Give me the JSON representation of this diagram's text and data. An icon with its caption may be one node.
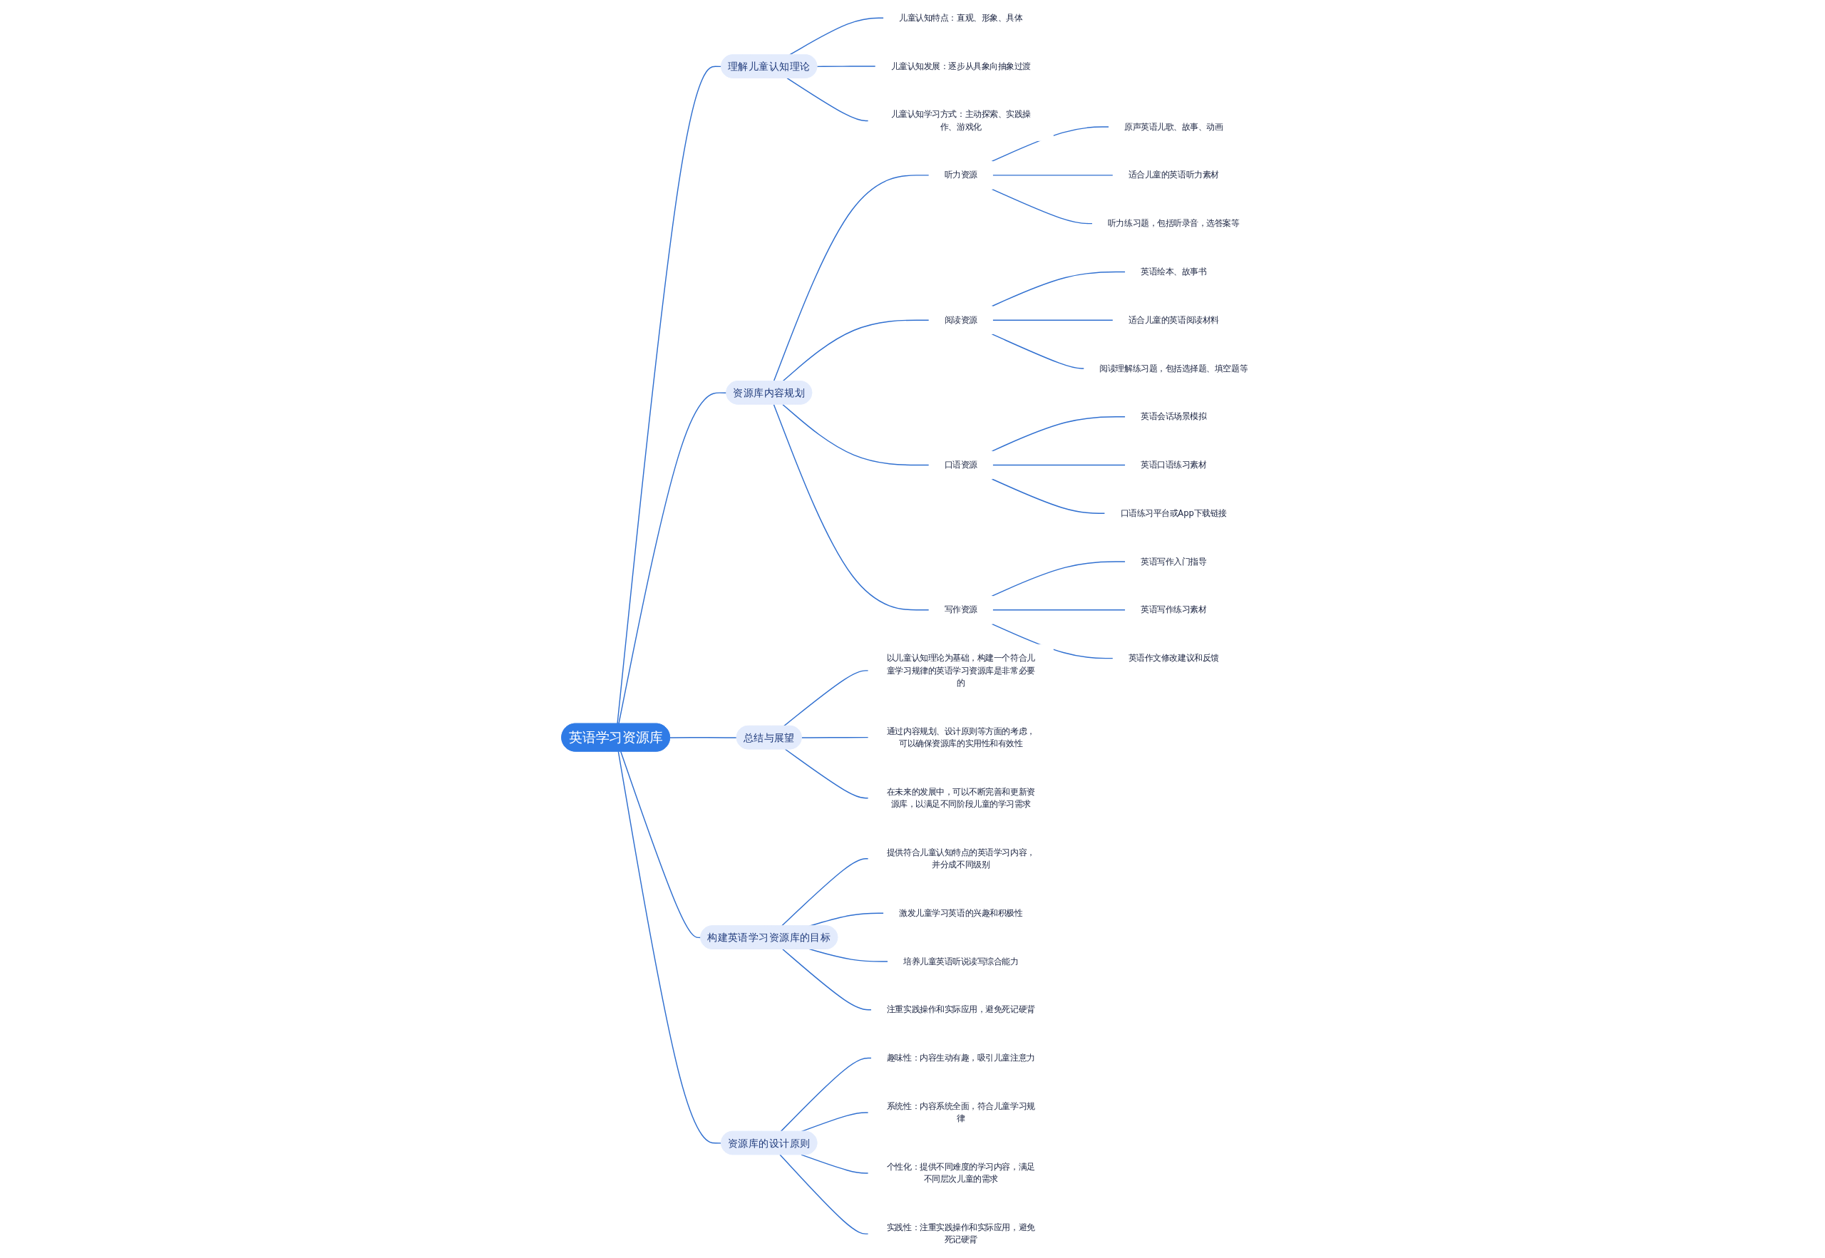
{
  "diagram": {
    "nodes": [
      {
        "text": [
          "英语学习资源库"
        ]
      },
      {
        "text": [
          "理解儿童认知理论"
        ]
      },
      {
        "text": [
          "儿童认知特点：直观、形象、具体"
        ]
      },
      {
        "text": [
          "儿童认知发展：逐步从具象向抽象过渡"
        ]
      },
      {
        "text": [
          "儿童认知学习方式：主动探索、实践操作、游戏化"
        ]
      },
      {
        "text": [
          "资源库内容规划"
        ]
      },
      {
        "text": [
          "听力资源"
        ]
      },
      {
        "text": [
          "原声英语儿歌、故事、动画"
        ]
      },
      {
        "text": [
          "适合儿童的英语听力素材"
        ]
      },
      {
        "text": [
          "听力练习题，包括听录音，选答案等"
        ]
      },
      {
        "text": [
          "阅读资源"
        ]
      },
      {
        "text": [
          "英语绘本、故事书"
        ]
      },
      {
        "text": [
          "适合儿童的英语阅读材料"
        ]
      },
      {
        "text": [
          "阅读理解练习题，包括选择题、填空题等"
        ]
      },
      {
        "text": [
          "口语资源"
        ]
      },
      {
        "text": [
          "英语会话场景模拟"
        ]
      },
      {
        "text": [
          "英语口语练习素材"
        ]
      },
      {
        "text": [
          "口语练习平台或App下载链接"
        ]
      },
      {
        "text": [
          "写作资源"
        ]
      },
      {
        "text": [
          "英语写作入门指导"
        ]
      },
      {
        "text": [
          "英语写作练习素材"
        ]
      },
      {
        "text": [
          "英语作文修改建议和反馈"
        ]
      },
      {
        "text": [
          "总结与展望"
        ]
      },
      {
        "text": [
          "以儿童认知理论为基础，构建一个符合儿童学习规律的英语学习资源库是非常必要的"
        ]
      },
      {
        "text": [
          "通过内容规划、设计原则等方面的考虑，可以确保资源库的实用性和有效性"
        ]
      },
      {
        "text": [
          "在未来的发展中，可以不断完善和更新资源库，以满足不同阶段儿童的学习需求"
        ]
      },
      {
        "text": [
          "构建英语学习资源库的目标"
        ]
      },
      {
        "text": [
          "提供符合儿童认知特点的英语学习内容，并分成不同级别"
        ]
      },
      {
        "text": [
          "激发儿童学习英语的兴趣和积极性"
        ]
      },
      {
        "text": [
          "培养儿童英语听说读写综合能力"
        ]
      },
      {
        "text": [
          "注重实践操作和实际应用，避免死记硬背"
        ]
      },
      {
        "text": [
          "资源库的设计原则"
        ]
      },
      {
        "text": [
          "趣味性：内容生动有趣，吸引儿童注意力"
        ]
      },
      {
        "text": [
          "系统性：内容系统全面，符合儿童学习规律"
        ]
      },
      {
        "text": [
          "个性化：提供不同难度的学习内容，满足不同层次儿童的需求"
        ]
      },
      {
        "text": [
          "实践性：注重实践操作和实际应用，避免死记硬背"
        ]
      }
    ],
    "edges": [
      {
        "from": 0,
        "to": 1,
        "arrow": "none"
      },
      {
        "from": 1,
        "to": 2,
        "arrow": "none"
      },
      {
        "from": 1,
        "to": 3,
        "arrow": "none"
      },
      {
        "from": 1,
        "to": 4,
        "arrow": "none"
      },
      {
        "from": 0,
        "to": 5,
        "arrow": "none"
      },
      {
        "from": 5,
        "to": 6,
        "arrow": "none"
      },
      {
        "from": 6,
        "to": 7,
        "arrow": "none"
      },
      {
        "from": 6,
        "to": 8,
        "arrow": "none"
      },
      {
        "from": 6,
        "to": 9,
        "arrow": "none"
      },
      {
        "from": 5,
        "to": 10,
        "arrow": "none"
      },
      {
        "from": 10,
        "to": 11,
        "arrow": "none"
      },
      {
        "from": 10,
        "to": 12,
        "arrow": "none"
      },
      {
        "from": 10,
        "to": 13,
        "arrow": "none"
      },
      {
        "from": 5,
        "to": 14,
        "arrow": "none"
      },
      {
        "from": 14,
        "to": 15,
        "arrow": "none"
      },
      {
        "from": 14,
        "to": 16,
        "arrow": "none"
      },
      {
        "from": 14,
        "to": 17,
        "arrow": "none"
      },
      {
        "from": 5,
        "to": 18,
        "arrow": "none"
      },
      {
        "from": 18,
        "to": 19,
        "arrow": "none"
      },
      {
        "from": 18,
        "to": 20,
        "arrow": "none"
      },
      {
        "from": 18,
        "to": 21,
        "arrow": "none"
      },
      {
        "from": 0,
        "to": 22,
        "arrow": "none"
      },
      {
        "from": 22,
        "to": 23,
        "arrow": "none"
      },
      {
        "from": 22,
        "to": 24,
        "arrow": "none"
      },
      {
        "from": 22,
        "to": 25,
        "arrow": "none"
      },
      {
        "from": 0,
        "to": 26,
        "arrow": "none"
      },
      {
        "from": 26,
        "to": 27,
        "arrow": "none"
      },
      {
        "from": 26,
        "to": 28,
        "arrow": "none"
      },
      {
        "from": 26,
        "to": 29,
        "arrow": "none"
      },
      {
        "from": 26,
        "to": 30,
        "arrow": "none"
      },
      {
        "from": 0,
        "to": 31,
        "arrow": "none"
      },
      {
        "from": 31,
        "to": 32,
        "arrow": "none"
      },
      {
        "from": 31,
        "to": 33,
        "arrow": "none"
      },
      {
        "from": 31,
        "to": 34,
        "arrow": "none"
      },
      {
        "from": 31,
        "to": 35,
        "arrow": "none"
      }
    ]
  }
}
